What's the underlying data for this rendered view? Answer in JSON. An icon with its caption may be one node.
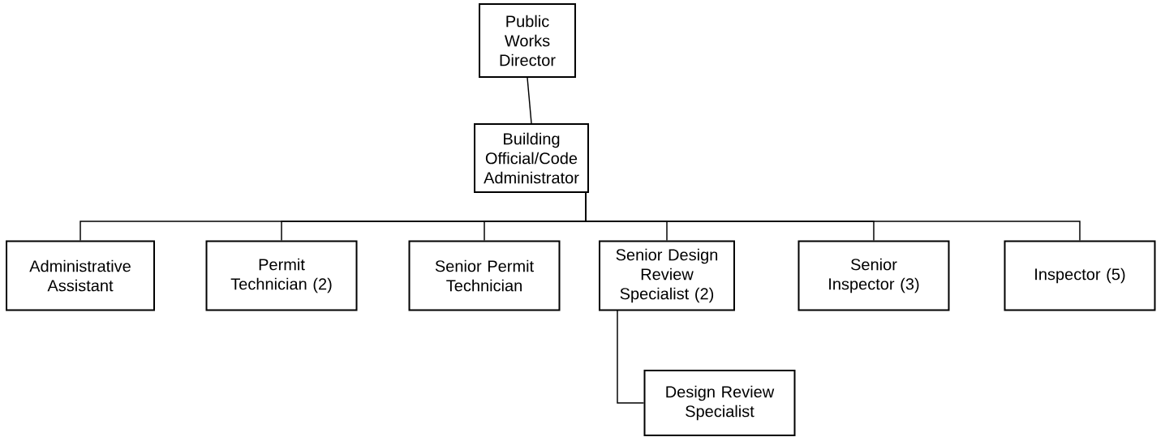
{
  "diagram": {
    "nodes": [
      {
        "text": [
          "Public Works Director"
        ]
      },
      {
        "text": [
          "Building Official/Code Administrator"
        ]
      },
      {
        "text": [
          "Administrative Assistant"
        ]
      },
      {
        "text": [
          "Permit Technician (2)"
        ]
      },
      {
        "text": [
          "Senior Permit Technician"
        ]
      },
      {
        "text": [
          "Senior Design Review Specialist (2)"
        ]
      },
      {
        "text": [
          "Senior Inspector (3)"
        ]
      },
      {
        "text": [
          "Inspector (5)"
        ]
      },
      {
        "text": [
          "Design Review Specialist"
        ]
      }
    ],
    "edges": [
      {
        "from": 0,
        "to": 1,
        "arrow": "none"
      },
      {
        "from": 1,
        "to": 2,
        "arrow": "none"
      },
      {
        "from": 1,
        "to": 3,
        "arrow": "none"
      },
      {
        "from": 1,
        "to": 4,
        "arrow": "none"
      },
      {
        "from": 1,
        "to": 5,
        "arrow": "none"
      },
      {
        "from": 1,
        "to": 6,
        "arrow": "none"
      },
      {
        "from": 1,
        "to": 7,
        "arrow": "none"
      },
      {
        "from": 5,
        "to": 8,
        "arrow": "none"
      }
    ]
  }
}
